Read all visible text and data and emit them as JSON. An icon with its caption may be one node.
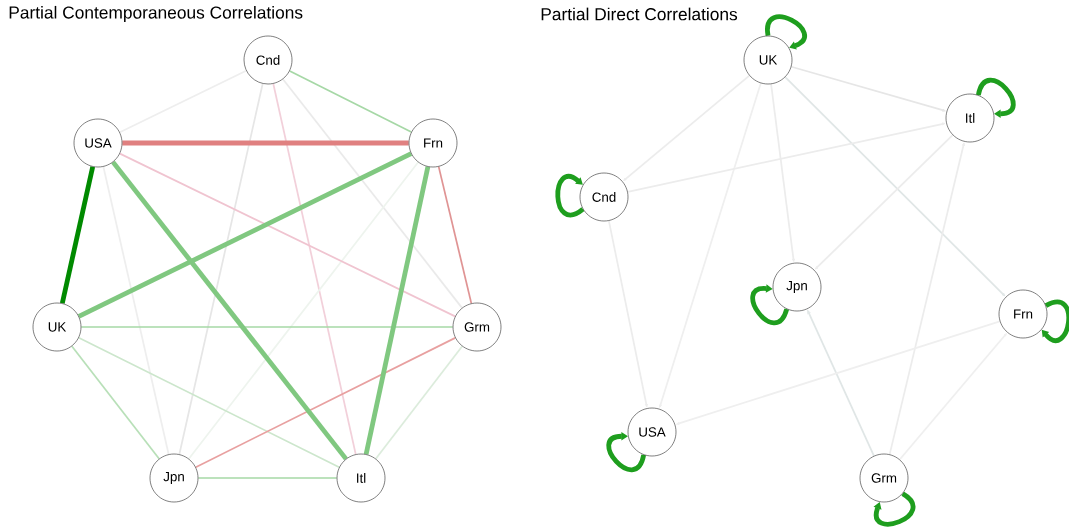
{
  "diagram": {
    "nodes": [
      {
        "text": [
          "Cnd"
        ]
      },
      {
        "text": [
          "USA"
        ]
      },
      {
        "text": [
          "Frn"
        ]
      },
      {
        "text": [
          "UK"
        ]
      },
      {
        "text": [
          "Grm"
        ]
      },
      {
        "text": [
          "Jpn"
        ]
      },
      {
        "text": [
          "Itl"
        ]
      },
      {
        "text": [
          "UK"
        ]
      },
      {
        "text": [
          "Itl"
        ]
      },
      {
        "text": [
          "Cnd"
        ]
      },
      {
        "text": [
          "Jpn"
        ]
      },
      {
        "text": [
          "Frn"
        ]
      },
      {
        "text": [
          "USA"
        ]
      },
      {
        "text": [
          "Grm"
        ]
      }
    ],
    "edges": [
      {
        "from": 0,
        "to": 1,
        "arrow": "none",
        "color": "#eeeeee"
      },
      {
        "from": 0,
        "to": 5,
        "arrow": "none",
        "color": "#e6e6e6"
      },
      {
        "from": 0,
        "to": 6,
        "arrow": "none",
        "color": "#f2d0da"
      },
      {
        "from": 0,
        "to": 4,
        "arrow": "none",
        "color": "#eaeaea"
      },
      {
        "from": 1,
        "to": 5,
        "arrow": "none",
        "color": "#eeeeee"
      },
      {
        "from": 2,
        "to": 5,
        "arrow": "none",
        "color": "#eef4ee"
      },
      {
        "from": 4,
        "to": 6,
        "arrow": "none",
        "color": "#dcecdc"
      },
      {
        "from": 3,
        "to": 5,
        "arrow": "none",
        "color": "#b8e0b8"
      },
      {
        "from": 3,
        "to": 6,
        "arrow": "none",
        "color": "#cce6cc"
      },
      {
        "from": 1,
        "to": 4,
        "arrow": "none",
        "color": "#f0c4d0"
      },
      {
        "from": 0,
        "to": 2,
        "arrow": "none",
        "color": "#a6d8a6"
      },
      {
        "from": 3,
        "to": 4,
        "arrow": "none",
        "color": "#a6d8a6"
      },
      {
        "from": 5,
        "to": 6,
        "arrow": "none",
        "color": "#a6d8a6"
      },
      {
        "from": 2,
        "to": 4,
        "arrow": "none",
        "color": "#e09494"
      },
      {
        "from": 4,
        "to": 5,
        "arrow": "none",
        "color": "#e8a0a0"
      },
      {
        "from": 1,
        "to": 3,
        "arrow": "none",
        "style": "thick",
        "color": "#008a00"
      },
      {
        "from": 1,
        "to": 2,
        "arrow": "none",
        "style": "thick",
        "color": "#e08080"
      },
      {
        "from": 3,
        "to": 2,
        "arrow": "none",
        "style": "thick",
        "color": "#80c880"
      },
      {
        "from": 1,
        "to": 6,
        "arrow": "none",
        "style": "thick",
        "color": "#80c880"
      },
      {
        "from": 2,
        "to": 6,
        "arrow": "none",
        "style": "thick",
        "color": "#80c880"
      },
      {
        "from": 7,
        "to": 9,
        "arrow": "to",
        "color": "#ececec"
      },
      {
        "from": 7,
        "to": 10,
        "arrow": "to",
        "color": "#ececec"
      },
      {
        "from": 7,
        "to": 8,
        "arrow": "to",
        "color": "#e6e6e6"
      },
      {
        "from": 7,
        "to": 11,
        "arrow": "to",
        "color": "#e0e6e6"
      },
      {
        "from": 7,
        "to": 12,
        "arrow": "to",
        "color": "#efefef"
      },
      {
        "from": 9,
        "to": 8,
        "arrow": "to",
        "color": "#ececec"
      },
      {
        "from": 9,
        "to": 12,
        "arrow": "to",
        "color": "#ececec"
      },
      {
        "from": 8,
        "to": 10,
        "arrow": "to",
        "color": "#ececec"
      },
      {
        "from": 13,
        "to": 10,
        "arrow": "to",
        "color": "#e0e6e6"
      },
      {
        "from": 13,
        "to": 8,
        "arrow": "to",
        "color": "#ececec"
      },
      {
        "from": 13,
        "to": 11,
        "arrow": "to",
        "color": "#efefef"
      },
      {
        "from": 11,
        "to": 12,
        "arrow": "to",
        "color": "#efefef"
      },
      {
        "from": 7,
        "to": 7,
        "arrow": "to",
        "style": "thick",
        "color": "#1e9e1e"
      },
      {
        "from": 8,
        "to": 8,
        "arrow": "to",
        "style": "thick",
        "color": "#1e9e1e"
      },
      {
        "from": 9,
        "to": 9,
        "arrow": "to",
        "style": "thick",
        "color": "#1e9e1e"
      },
      {
        "from": 10,
        "to": 10,
        "arrow": "to",
        "style": "thick",
        "color": "#1e9e1e"
      },
      {
        "from": 11,
        "to": 11,
        "arrow": "to",
        "style": "thick",
        "color": "#1e9e1e"
      },
      {
        "from": 12,
        "to": 12,
        "arrow": "to",
        "style": "thick",
        "color": "#1e9e1e"
      },
      {
        "from": 13,
        "to": 13,
        "arrow": "to",
        "style": "thick",
        "color": "#1e9e1e"
      }
    ],
    "labels": [
      "Partial Contemporaneous Correlations",
      "Partial Direct Correlations"
    ]
  }
}
